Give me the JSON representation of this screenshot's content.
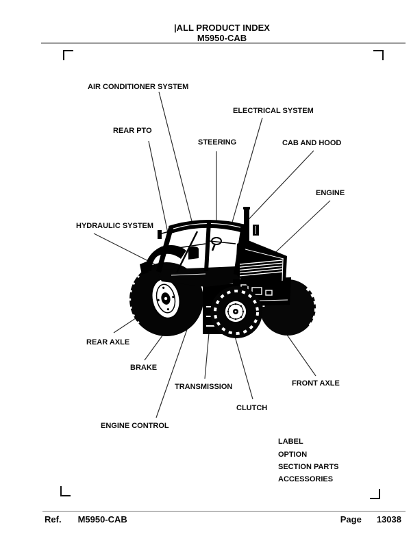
{
  "page": {
    "header": {
      "title": "|ALL PRODUCT INDEX",
      "model": "M5950-CAB"
    },
    "footer": {
      "ref_label": "Ref.",
      "ref_value": "M5950-CAB",
      "page_label": "Page",
      "page_number": "13038"
    }
  },
  "diagram": {
    "illustration": {
      "name": "tractor-line-art",
      "description": "cab tractor, rear three-quarter view"
    },
    "labels": [
      {
        "text": "AIR CONDITIONER SYSTEM"
      },
      {
        "text": "ELECTRICAL SYSTEM"
      },
      {
        "text": "REAR PTO"
      },
      {
        "text": "STEERING"
      },
      {
        "text": "CAB AND HOOD"
      },
      {
        "text": "ENGINE"
      },
      {
        "text": "HYDRAULIC SYSTEM"
      },
      {
        "text": "REAR AXLE"
      },
      {
        "text": "BRAKE"
      },
      {
        "text": "TRANSMISSION"
      },
      {
        "text": "CLUTCH"
      },
      {
        "text": "FRONT AXLE"
      },
      {
        "text": "ENGINE CONTROL"
      }
    ],
    "list_items": [
      "LABEL",
      "OPTION",
      "SECTION PARTS",
      "ACCESSORIES"
    ]
  },
  "colors": {
    "ink": "#0a0a0a",
    "leader_line": "#2e2e2e",
    "rule": "#9a9a9a",
    "background": "#ffffff"
  }
}
